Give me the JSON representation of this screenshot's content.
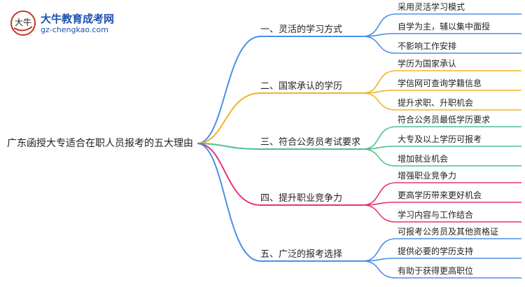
{
  "logo": {
    "title": "大牛教育成考网",
    "url_text": "gz-chengkao.com",
    "badge_text": "大牛"
  },
  "root": {
    "label": "广东函授大专适合在职人员报考的五大理由"
  },
  "branches": [
    {
      "label": "一、灵活的学习方式",
      "color": "#4a8fe7",
      "children": [
        "采用灵活学习模式",
        "自学为主，辅以集中面授",
        "不影响工作安排"
      ]
    },
    {
      "label": "二、国家承认的学历",
      "color": "#f2b327",
      "children": [
        "学历为国家承认",
        "学信网可查询学籍信息",
        "提升求职、升职机会"
      ]
    },
    {
      "label": "三、符合公务员考试要求",
      "color": "#4fc08d",
      "children": [
        "符合公务员最低学历要求",
        "大专及以上学历可报考",
        "增加就业机会"
      ]
    },
    {
      "label": "四、提升职业竞争力",
      "color": "#e8336e",
      "children": [
        "增强职业竞争力",
        "更高学历带来更好机会",
        "学习内容与工作结合"
      ]
    },
    {
      "label": "五、广泛的报考选择",
      "color": "#4a8fe7",
      "children": [
        "可报考公务员及其他资格证",
        "提供必要的学历支持",
        "有助于获得更高职位"
      ]
    }
  ]
}
